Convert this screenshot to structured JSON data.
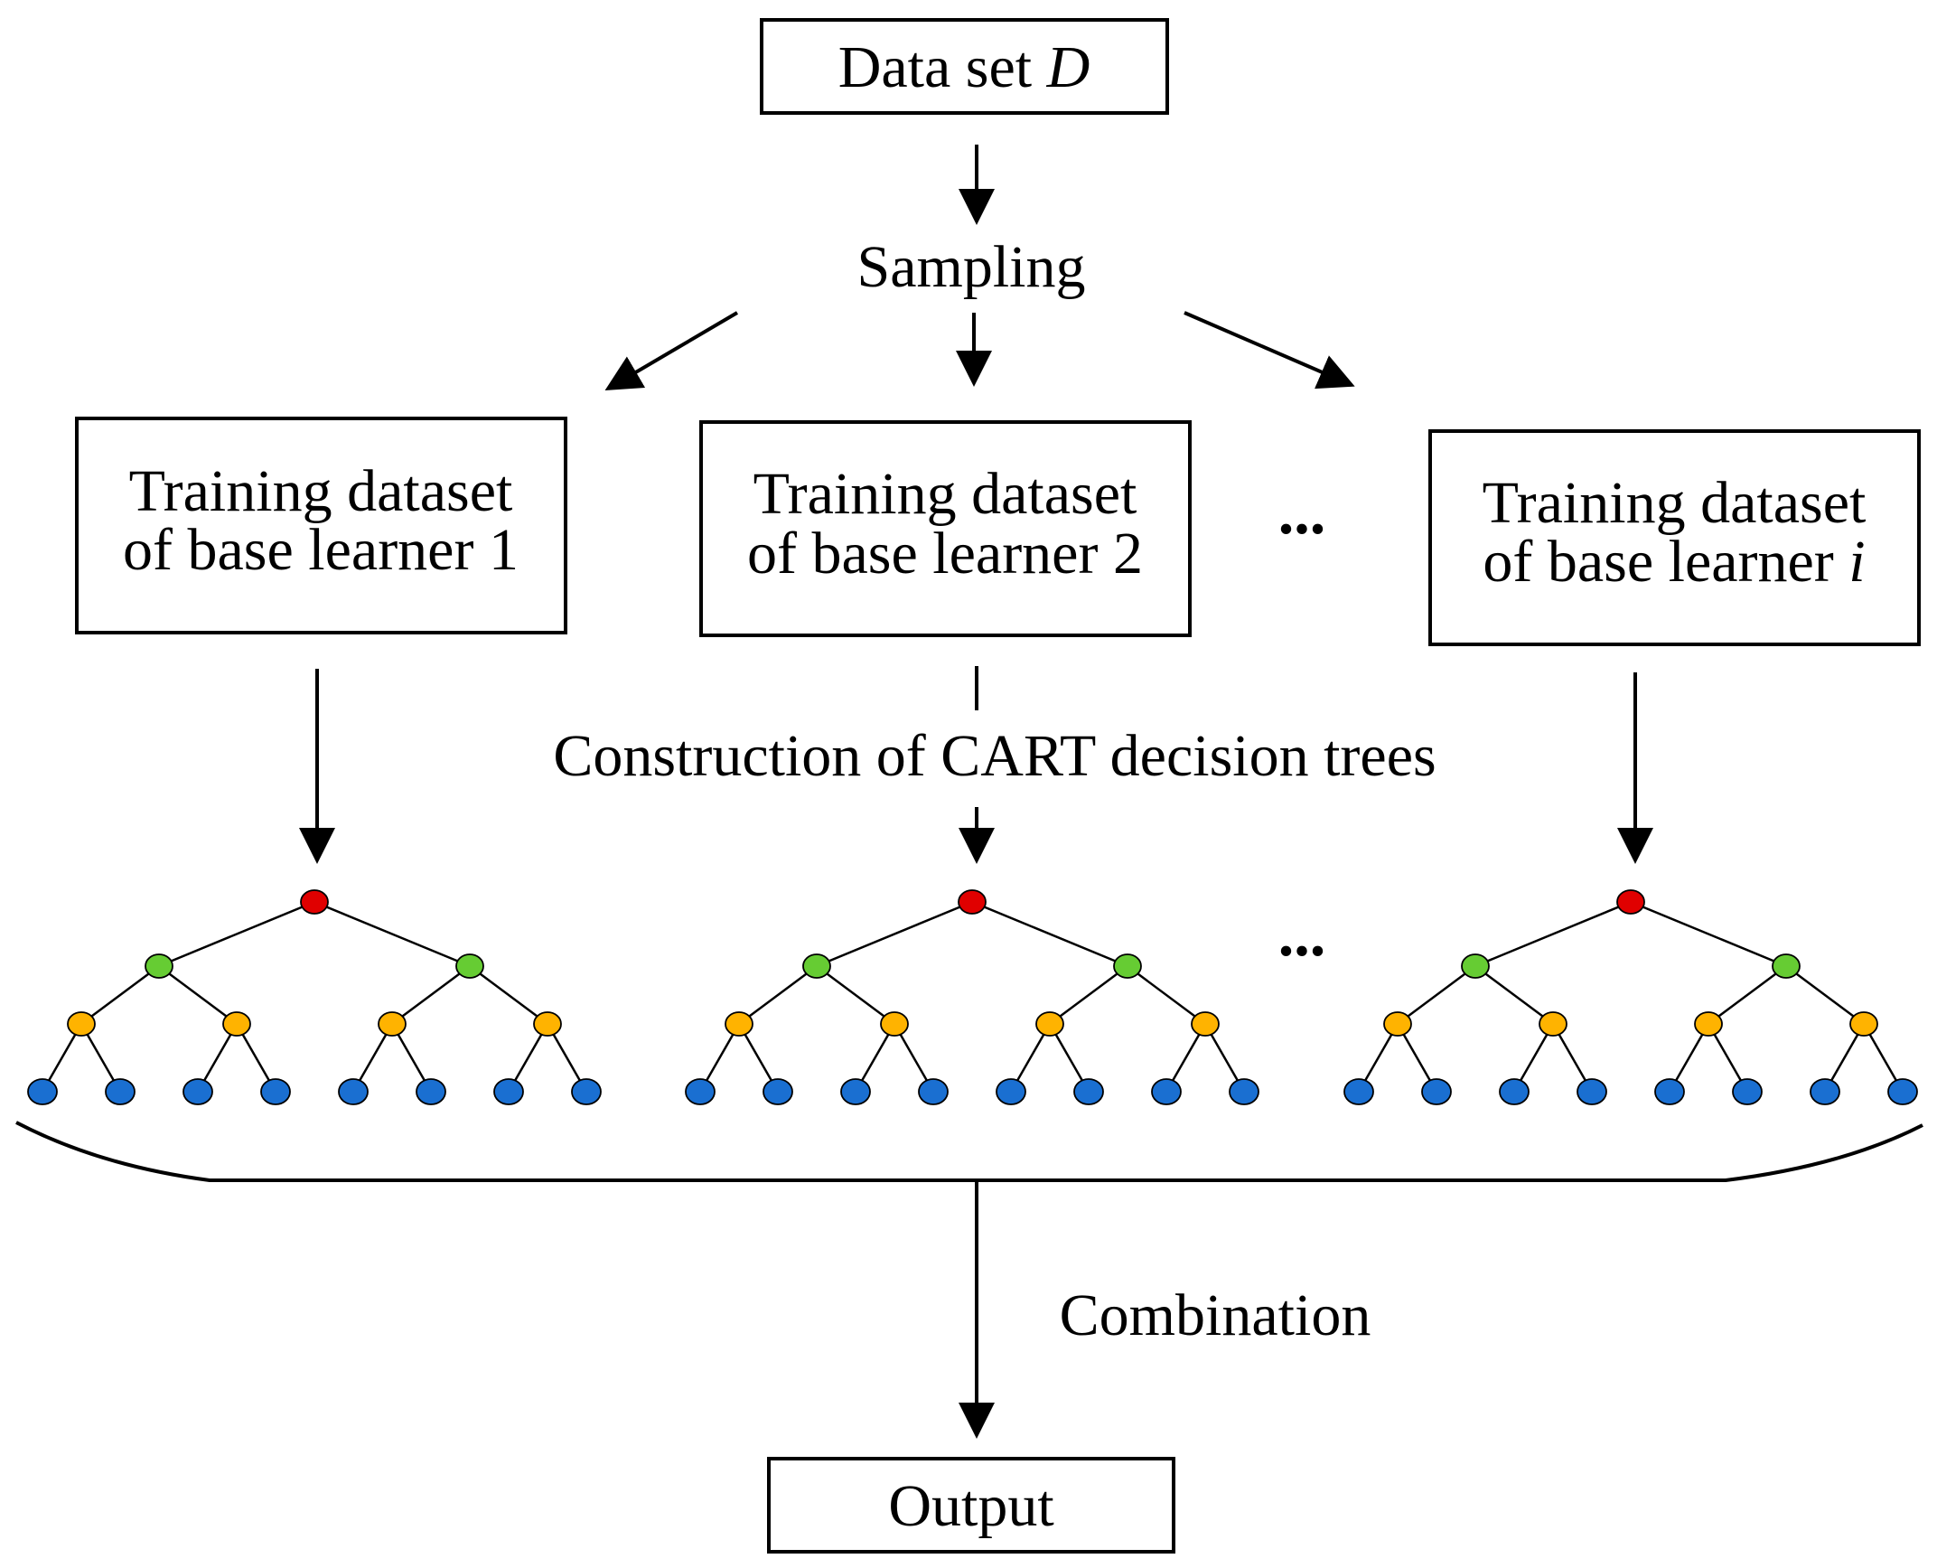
{
  "nodes": {
    "dataset": {
      "text": "Data set ",
      "var": "D"
    },
    "sampling": "Sampling",
    "learners": [
      {
        "line1": "Training dataset",
        "line2": "of base learner ",
        "index": "1",
        "index_italic": false
      },
      {
        "line1": "Training dataset",
        "line2": "of base learner ",
        "index": "2",
        "index_italic": false
      },
      {
        "line1": "Training dataset",
        "line2": "of base learner ",
        "index": "i",
        "index_italic": true
      }
    ],
    "ellipsis": "...",
    "construction": "Construction of CART decision trees",
    "combination": "Combination",
    "output": "Output"
  },
  "tree": {
    "levels": 4,
    "level_colors": [
      "#e00000",
      "#66cc33",
      "#ffb300",
      "#1a6fd1"
    ]
  }
}
